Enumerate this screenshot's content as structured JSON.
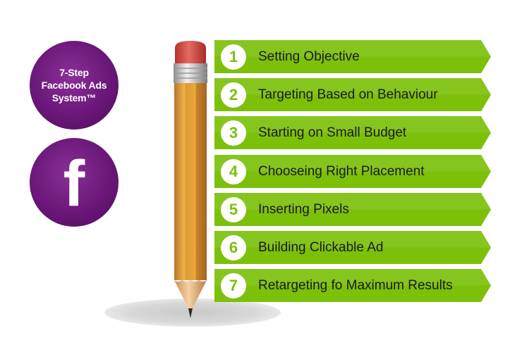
{
  "badge": {
    "text": "7-Step\nFacebook Ads\nSystem™"
  },
  "logo": {
    "letter": "f",
    "icon": "facebook-icon"
  },
  "colors": {
    "purple": "#6a1779",
    "green": "#7cc00a",
    "pencil_body": "#e8a93a",
    "eraser": "#d9534f"
  },
  "steps": [
    {
      "number": "1",
      "label": "Setting Objective"
    },
    {
      "number": "2",
      "label": "Targeting Based on Behaviour"
    },
    {
      "number": "3",
      "label": "Starting on Small Budget"
    },
    {
      "number": "4",
      "label": "Chooseing Right Placement"
    },
    {
      "number": "5",
      "label": "Inserting Pixels"
    },
    {
      "number": "6",
      "label": "Building Clickable Ad"
    },
    {
      "number": "7",
      "label": "Retargeting fo Maximum Results"
    }
  ]
}
